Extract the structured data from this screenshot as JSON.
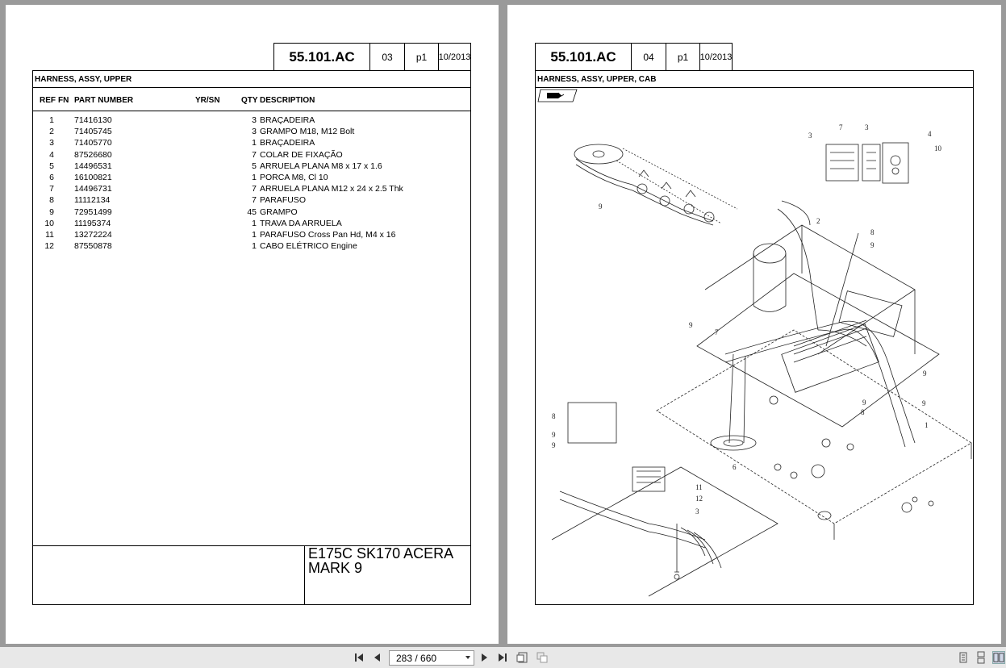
{
  "left_page": {
    "code": "55.101.AC",
    "rev": "03",
    "page": "p1",
    "date_line1": "10/201",
    "date_line2": "3",
    "title": "HARNESS, ASSY, UPPER",
    "columns": {
      "ref": "REF",
      "fn": "FN",
      "part_number": "PART NUMBER",
      "yrsn": "YR/SN",
      "qty": "QTY",
      "description": "DESCRIPTION"
    },
    "rows": [
      {
        "ref": "1",
        "pn": "71416130",
        "qty": "3",
        "desc": "BRAÇADEIRA"
      },
      {
        "ref": "2",
        "pn": "71405745",
        "qty": "3",
        "desc": "GRAMPO M18, M12 Bolt"
      },
      {
        "ref": "3",
        "pn": "71405770",
        "qty": "1",
        "desc": "BRAÇADEIRA"
      },
      {
        "ref": "4",
        "pn": "87526680",
        "qty": "7",
        "desc": "COLAR DE FIXAÇÃO"
      },
      {
        "ref": "5",
        "pn": "14496531",
        "qty": "5",
        "desc": "ARRUELA PLANA M8 x 17 x 1.6"
      },
      {
        "ref": "6",
        "pn": "16100821",
        "qty": "1",
        "desc": "PORCA M8, Cl 10"
      },
      {
        "ref": "7",
        "pn": "14496731",
        "qty": "7",
        "desc": "ARRUELA PLANA M12 x 24 x 2.5 Thk"
      },
      {
        "ref": "8",
        "pn": "11112134",
        "qty": "7",
        "desc": "PARAFUSO"
      },
      {
        "ref": "9",
        "pn": "72951499",
        "qty": "45",
        "desc": "GRAMPO"
      },
      {
        "ref": "10",
        "pn": "11195374",
        "qty": "1",
        "desc": "TRAVA DA ARRUELA"
      },
      {
        "ref": "11",
        "pn": "13272224",
        "qty": "1",
        "desc": "PARAFUSO Cross Pan Hd, M4 x 16"
      },
      {
        "ref": "12",
        "pn": "87550878",
        "qty": "1",
        "desc": "CABO ELÉTRICO  Engine"
      }
    ],
    "model_line1": "E175C  SK170 ACERA",
    "model_line2": "MARK 9"
  },
  "right_page": {
    "code": "55.101.AC",
    "rev": "04",
    "page": "p1",
    "date_line1": "10/201",
    "date_line2": "3",
    "title": "HARNESS, ASSY, UPPER, CAB",
    "callouts": [
      "3",
      "7",
      "3",
      "4",
      "10",
      "9",
      "2",
      "8",
      "9",
      "9",
      "7",
      "9",
      "9",
      "8",
      "9",
      "1",
      "9",
      "6",
      "8",
      "9",
      "11",
      "12",
      "3"
    ]
  },
  "toolbar": {
    "page_indicator": "283 / 660",
    "icons": [
      "first-page-icon",
      "prev-page-icon",
      "next-page-icon",
      "last-page-icon",
      "fit-page-icon",
      "fit-width-icon",
      "single-page-icon",
      "continuous-icon",
      "two-page-icon"
    ]
  }
}
